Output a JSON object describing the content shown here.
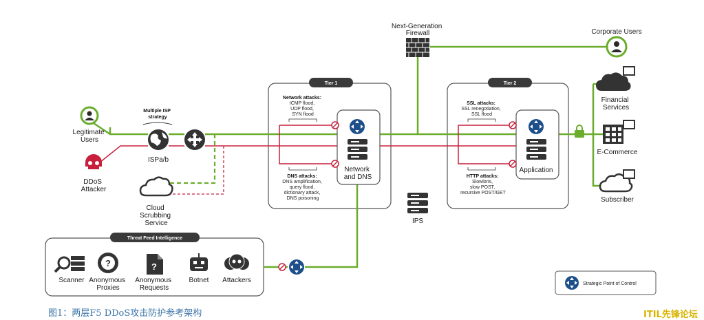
{
  "top": {
    "ngfw_label": [
      "Next-Generation",
      "Firewall"
    ],
    "corporate_users": "Corporate Users"
  },
  "left": {
    "legit_users": [
      "Legitimate",
      "Users"
    ],
    "ddos_attacker": [
      "DDoS",
      "Attacker"
    ],
    "multiple_isp": [
      "Multiple ISP",
      "strategy"
    ],
    "isp": "ISPa/b",
    "cloud_scrubbing": [
      "Cloud",
      "Scrubbing",
      "Service"
    ]
  },
  "tier1": {
    "title": "Tier 1",
    "network_attacks": [
      "Network attacks:",
      "ICMP flood,",
      "UDP flood,",
      "SYN flood"
    ],
    "dns_attacks": [
      "DNS attacks:",
      "DNS amplification,",
      "query flood,",
      "dictionary attack,",
      "DNS poisoning"
    ],
    "node_label": [
      "Network",
      "and DNS"
    ]
  },
  "tier2": {
    "title": "Tier 2",
    "ssl_attacks": [
      "SSL attacks:",
      "SSL renegotiation,",
      "SSL flood"
    ],
    "http_attacks": [
      "HTTP attacks:",
      "Slowloris,",
      "slow POST,",
      "recursive POST/GET"
    ],
    "node_label": "Application"
  },
  "ips_label": "IPS",
  "right": {
    "financial": [
      "Financial",
      "Services"
    ],
    "ecommerce": "E-Commerce",
    "subscriber": "Subscriber"
  },
  "threat_feed": {
    "title": "Threat Feed Intelligence",
    "items": [
      {
        "label": [
          "Scanner"
        ],
        "icon": "scanner-icon"
      },
      {
        "label": [
          "Anonymous",
          "Proxies"
        ],
        "icon": "anonymous-proxies-icon"
      },
      {
        "label": [
          "Anonymous",
          "Requests"
        ],
        "icon": "anonymous-requests-icon"
      },
      {
        "label": [
          "Botnet"
        ],
        "icon": "botnet-icon"
      },
      {
        "label": [
          "Attackers"
        ],
        "icon": "attackers-icon"
      }
    ]
  },
  "legend": {
    "label": "Strategic Point of Control"
  },
  "caption": "图1：两层F5 DDoS攻击防护参考架构",
  "watermark": "ITIL先锋论坛",
  "colors": {
    "legit_path": "#6aac2c",
    "attack_path": "#c8203c",
    "control_point": "#1d4f8a",
    "box_stroke": "#555555",
    "caption": "#3b74a8",
    "watermark": "#d8b400"
  }
}
